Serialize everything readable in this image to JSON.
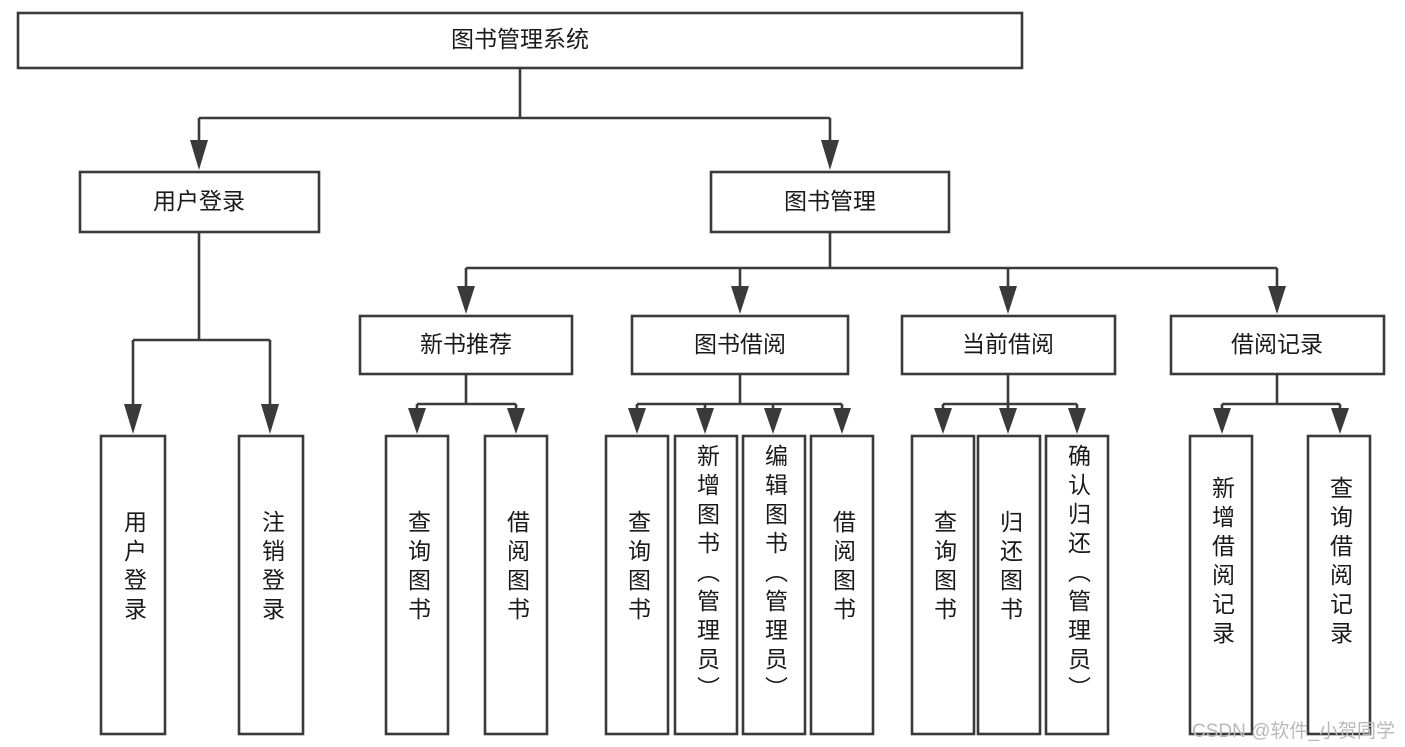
{
  "diagram": {
    "type": "tree",
    "title": "图书管理系统",
    "orientation": "top-down",
    "colors": {
      "box_stroke": "#3a3a3a",
      "box_fill": "#ffffff",
      "connector": "#3a3a3a",
      "text": "#1a1a1a",
      "background": "#ffffff",
      "watermark": "#b9b9b9"
    },
    "root": {
      "id": "root",
      "label": "图书管理系统"
    },
    "level2": [
      {
        "id": "n-user-login",
        "label": "用户登录"
      },
      {
        "id": "n-book-mgmt",
        "label": "图书管理"
      }
    ],
    "level3": [
      {
        "id": "n-new-book-rec",
        "label": "新书推荐"
      },
      {
        "id": "n-book-borrow",
        "label": "图书借阅"
      },
      {
        "id": "n-current-borrow",
        "label": "当前借阅"
      },
      {
        "id": "n-borrow-record",
        "label": "借阅记录"
      }
    ],
    "leaves": {
      "user_login": [
        {
          "id": "leaf-user-login",
          "label": "用户登录"
        },
        {
          "id": "leaf-logout",
          "label": "注销登录"
        }
      ],
      "new_book_rec": [
        {
          "id": "leaf-query-book-1",
          "label": "查询图书"
        },
        {
          "id": "leaf-borrow-book-1",
          "label": "借阅图书"
        }
      ],
      "book_borrow": [
        {
          "id": "leaf-query-book-2",
          "label": "查询图书"
        },
        {
          "id": "leaf-add-book",
          "label": "新增图书（管理员）"
        },
        {
          "id": "leaf-edit-book",
          "label": "编辑图书（管理员）"
        },
        {
          "id": "leaf-borrow-book-2",
          "label": "借阅图书"
        }
      ],
      "current_borrow": [
        {
          "id": "leaf-query-book-3",
          "label": "查询图书"
        },
        {
          "id": "leaf-return-book",
          "label": "归还图书"
        },
        {
          "id": "leaf-confirm-return",
          "label": "确认归还（管理员）"
        }
      ],
      "borrow_record": [
        {
          "id": "leaf-add-record",
          "label": "新增借阅记录"
        },
        {
          "id": "leaf-query-record",
          "label": "查询借阅记录"
        }
      ]
    },
    "edges": [
      {
        "from": "root",
        "to": "n-user-login"
      },
      {
        "from": "root",
        "to": "n-book-mgmt"
      },
      {
        "from": "n-user-login",
        "to": "leaf-user-login"
      },
      {
        "from": "n-user-login",
        "to": "leaf-logout"
      },
      {
        "from": "n-book-mgmt",
        "to": "n-new-book-rec"
      },
      {
        "from": "n-book-mgmt",
        "to": "n-book-borrow"
      },
      {
        "from": "n-book-mgmt",
        "to": "n-current-borrow"
      },
      {
        "from": "n-book-mgmt",
        "to": "n-borrow-record"
      },
      {
        "from": "n-new-book-rec",
        "to": "leaf-query-book-1"
      },
      {
        "from": "n-new-book-rec",
        "to": "leaf-borrow-book-1"
      },
      {
        "from": "n-book-borrow",
        "to": "leaf-query-book-2"
      },
      {
        "from": "n-book-borrow",
        "to": "leaf-add-book"
      },
      {
        "from": "n-book-borrow",
        "to": "leaf-edit-book"
      },
      {
        "from": "n-book-borrow",
        "to": "leaf-borrow-book-2"
      },
      {
        "from": "n-current-borrow",
        "to": "leaf-query-book-3"
      },
      {
        "from": "n-current-borrow",
        "to": "leaf-return-book"
      },
      {
        "from": "n-current-borrow",
        "to": "leaf-confirm-return"
      },
      {
        "from": "n-borrow-record",
        "to": "leaf-add-record"
      },
      {
        "from": "n-borrow-record",
        "to": "leaf-query-record"
      }
    ]
  },
  "watermark": {
    "text": "CSDN @软件_小贺同学"
  }
}
